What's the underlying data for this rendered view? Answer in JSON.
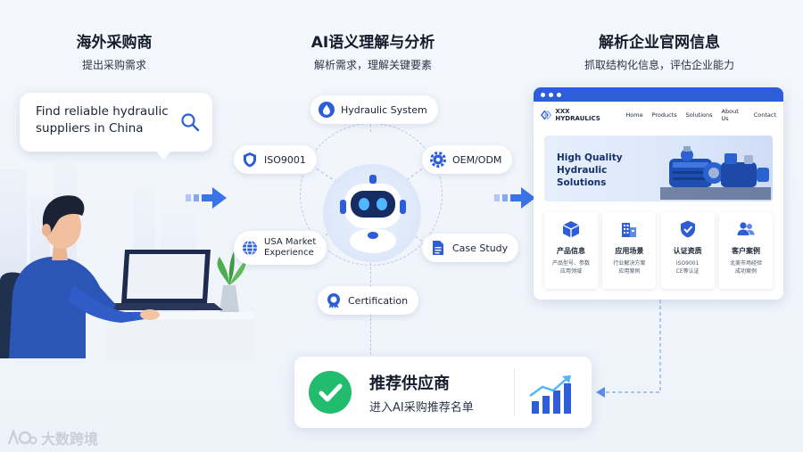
{
  "columns": {
    "left": {
      "title": "海外采购商",
      "subtitle": "提出采购需求"
    },
    "center": {
      "title": "AI语义理解与分析",
      "subtitle": "解析需求，理解关键要素"
    },
    "right": {
      "title": "解析企业官网信息",
      "subtitle": "抓取结构化信息，评估企业能力"
    }
  },
  "search": {
    "query": "Find reliable hydraulic suppliers in China",
    "icon": "search-icon"
  },
  "hub": {
    "pills": [
      {
        "label": "Hydraulic System",
        "icon": "drop-icon"
      },
      {
        "label": "ISO9001",
        "icon": "shield-icon"
      },
      {
        "label": "OEM/ODM",
        "icon": "gear-icon"
      },
      {
        "label": "USA Market Experience",
        "line1": "USA Market",
        "line2": "Experience",
        "icon": "globe-icon"
      },
      {
        "label": "Case Study",
        "icon": "document-icon"
      },
      {
        "label": "Certification",
        "icon": "badge-icon"
      }
    ]
  },
  "website": {
    "logo": "XXX HYDRAULICS",
    "nav": [
      "Home",
      "Products",
      "Solutions",
      "About Us",
      "Contact"
    ],
    "hero_title": "High Quality Hydraulic Solutions",
    "cards": [
      {
        "title": "产品信息",
        "desc1": "产品型号、参数",
        "desc2": "应用领域",
        "icon": "box-icon"
      },
      {
        "title": "应用场景",
        "desc1": "行业解决方案",
        "desc2": "应用案例",
        "icon": "building-icon"
      },
      {
        "title": "认证资质",
        "desc1": "ISO9001",
        "desc2": "CE等认证",
        "icon": "shield-check-icon"
      },
      {
        "title": "客户案例",
        "desc1": "北美市场经验",
        "desc2": "成功案例",
        "icon": "users-icon"
      }
    ]
  },
  "recommendation": {
    "title": "推荐供应商",
    "subtitle": "进入AI采购推荐名单"
  },
  "watermark": {
    "text": "大数跨境"
  },
  "colors": {
    "primary": "#2d5ed7",
    "accent": "#3b74e8",
    "success": "#21bc6e"
  }
}
